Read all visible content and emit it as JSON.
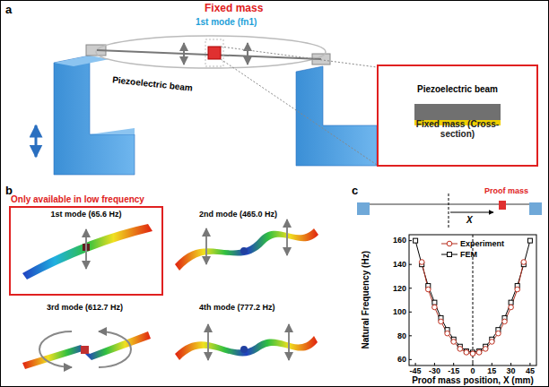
{
  "diagram": {
    "nodes": [
      {
        "text": [
          "Piezoelectric beam",
          "Fixed mass (Cross-section)"
        ]
      },
      {
        "text": [
          "Only available in low frequency",
          "1st mode (65.6 Hz)"
        ]
      }
    ],
    "labels": [
      "a",
      "Fixed mass",
      "1st mode (fn1)",
      "Piezoelectric beam",
      "b",
      "2nd mode (465.0 Hz)",
      "3rd mode (612.7 Hz)",
      "4th mode (777.2 Hz)",
      "c",
      "Proof mass",
      "X",
      "Natural Frequency (Hz)",
      "Proof mass position, X (mm)",
      "160",
      "140",
      "120",
      "100",
      "80",
      "60",
      "-45",
      "-30",
      "-15",
      "0",
      "15",
      "30",
      "45"
    ],
    "legend": [
      {
        "text": "Experiment"
      },
      {
        "text": "FEM"
      }
    ]
  }
}
